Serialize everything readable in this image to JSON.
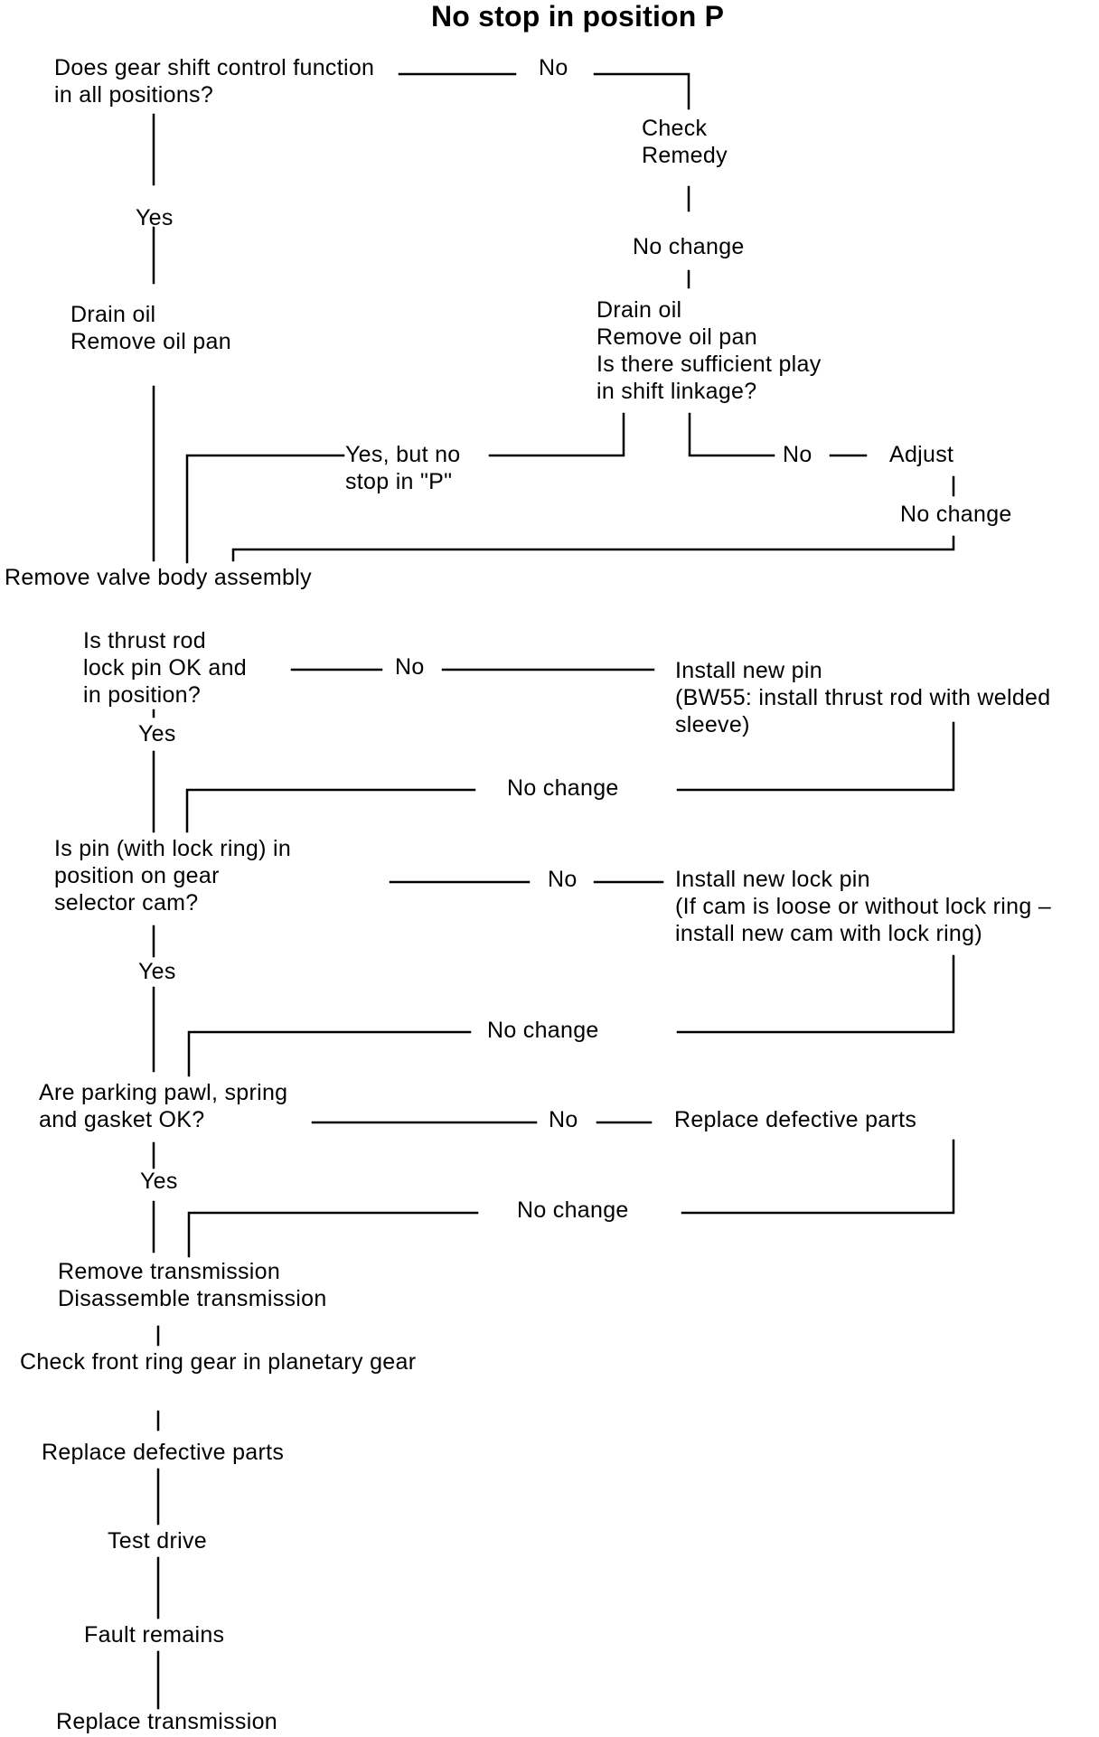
{
  "title": "No stop in position P",
  "nodes": {
    "q_gear_shift": "Does gear shift control function\nin all positions?",
    "no_1": "No",
    "check_remedy": "Check\nRemedy",
    "no_change_1": "No change",
    "yes_1": "Yes",
    "drain_left": "Drain oil\nRemove oil pan",
    "drain_right": "Drain oil\nRemove oil pan\nIs there sufficient play\nin shift linkage?",
    "yes_but_no_stop": "Yes, but no\nstop in \"P\"",
    "no_2": "No",
    "adjust": "Adjust",
    "no_change_2": "No change",
    "remove_valve_body": "Remove valve body assembly",
    "q_thrust_rod": "Is thrust rod\nlock pin OK and\nin position?",
    "no_3": "No",
    "install_new_pin": "Install new pin\n(BW55: install thrust rod with welded\nsleeve)",
    "yes_2": "Yes",
    "no_change_3": "No change",
    "q_pin_lock_ring": "Is pin (with lock ring) in\nposition on gear\nselector cam?",
    "no_4": "No",
    "install_new_lock_pin": "Install new lock pin\n(If cam is loose or without lock ring –\ninstall new cam with lock ring)",
    "yes_3": "Yes",
    "no_change_4": "No change",
    "q_parking_pawl": "Are parking pawl, spring\nand gasket OK?",
    "no_5": "No",
    "replace_defective_1": "Replace defective parts",
    "yes_4": "Yes",
    "no_change_5": "No change",
    "remove_transmission": "Remove transmission\nDisassemble transmission",
    "check_ring_gear": "Check front ring gear in planetary gear",
    "replace_defective_2": "Replace defective parts",
    "test_drive": "Test drive",
    "fault_remains": "Fault remains",
    "replace_transmission": "Replace transmission"
  }
}
